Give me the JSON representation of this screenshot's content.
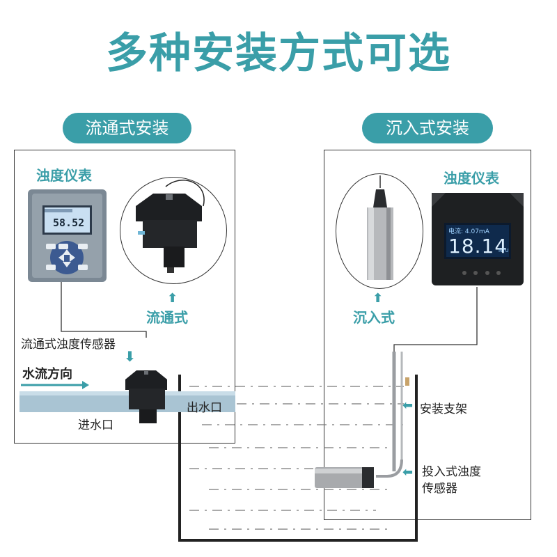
{
  "title": "多种安装方式可选",
  "left_section": {
    "badge": "流通式安装",
    "meter_label": "浊度仪表",
    "meter_display_value": "58.52",
    "mode_label": "流通式",
    "sensor_label": "流通式浊度传感器",
    "flow_direction_label": "水流方向",
    "inlet_label": "进水口",
    "outlet_label": "出水口"
  },
  "right_section": {
    "badge": "沉入式安装",
    "meter_label": "浊度仪表",
    "meter_current_text": "电流: 4.07mA",
    "meter_display_value": "18.14",
    "meter_unit": "NTU",
    "mode_label": "沉入式",
    "bracket_label": "安装支架",
    "sensor_label_line1": "投入式浊度",
    "sensor_label_line2": "传感器"
  },
  "colors": {
    "accent": "#3a9ea8",
    "pipe": "#a9c4d3",
    "frame": "#333333"
  },
  "icons": [
    "arrow-up-icon",
    "arrow-down-icon",
    "arrow-left-icon",
    "flow-arrow-icon"
  ]
}
